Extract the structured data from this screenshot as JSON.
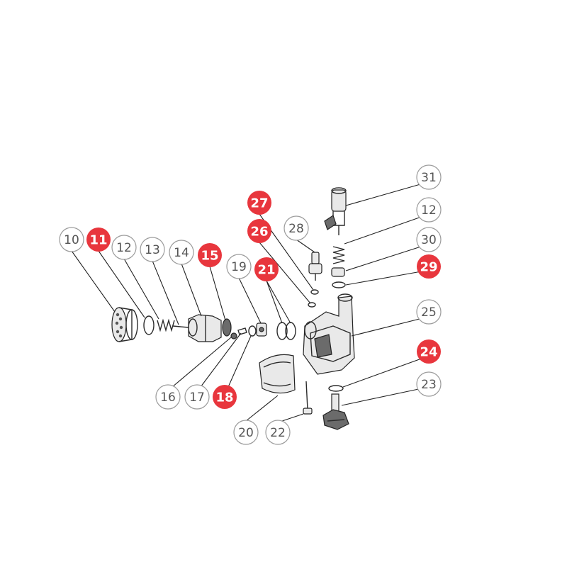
{
  "colors": {
    "highlight": "#e8363d",
    "circle_stroke": "#9a9a9a",
    "label_text": "#555555",
    "line": "#222222"
  },
  "callouts": [
    {
      "id": "c10",
      "label": "10",
      "highlight": false
    },
    {
      "id": "c11",
      "label": "11",
      "highlight": true
    },
    {
      "id": "c12a",
      "label": "12",
      "highlight": false
    },
    {
      "id": "c13",
      "label": "13",
      "highlight": false
    },
    {
      "id": "c14",
      "label": "14",
      "highlight": false
    },
    {
      "id": "c15",
      "label": "15",
      "highlight": true
    },
    {
      "id": "c19",
      "label": "19",
      "highlight": false
    },
    {
      "id": "c21",
      "label": "21",
      "highlight": true
    },
    {
      "id": "c27",
      "label": "27",
      "highlight": true
    },
    {
      "id": "c26",
      "label": "26",
      "highlight": true
    },
    {
      "id": "c28",
      "label": "28",
      "highlight": false
    },
    {
      "id": "c31",
      "label": "31",
      "highlight": false
    },
    {
      "id": "c12b",
      "label": "12",
      "highlight": false
    },
    {
      "id": "c30",
      "label": "30",
      "highlight": false
    },
    {
      "id": "c29",
      "label": "29",
      "highlight": true
    },
    {
      "id": "c25",
      "label": "25",
      "highlight": false
    },
    {
      "id": "c24",
      "label": "24",
      "highlight": true
    },
    {
      "id": "c23",
      "label": "23",
      "highlight": false
    },
    {
      "id": "c16",
      "label": "16",
      "highlight": false
    },
    {
      "id": "c17",
      "label": "17",
      "highlight": false
    },
    {
      "id": "c18",
      "label": "18",
      "highlight": true
    },
    {
      "id": "c20",
      "label": "20",
      "highlight": false
    },
    {
      "id": "c22",
      "label": "22",
      "highlight": false
    }
  ]
}
